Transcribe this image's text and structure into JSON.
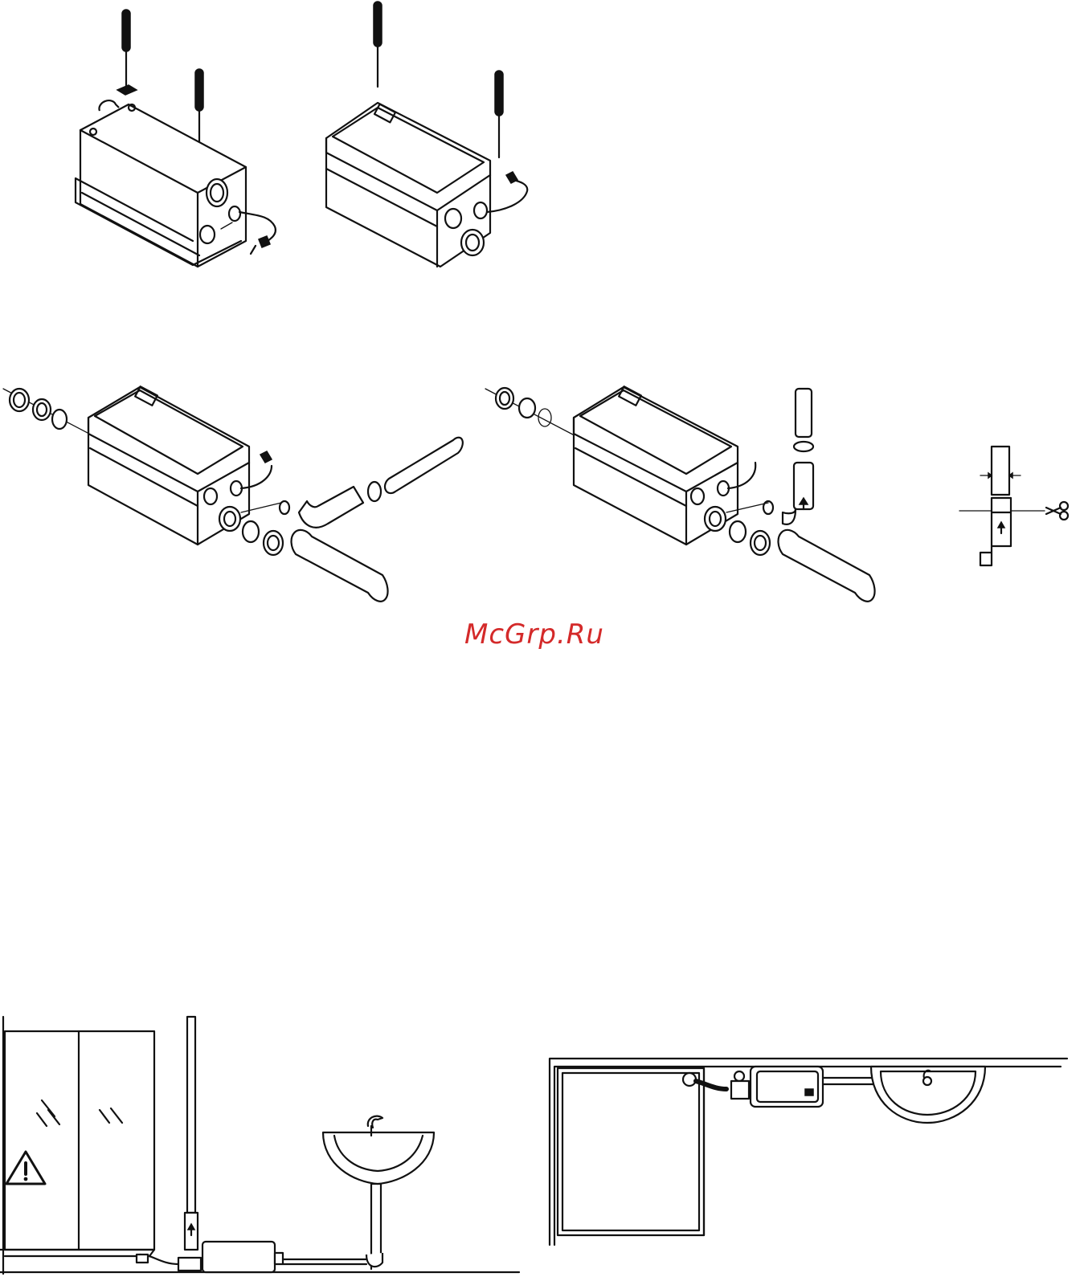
{
  "watermark": {
    "text": "McGrp.Ru",
    "color": "#d42a2a"
  },
  "figures": [
    {
      "id": "pump-removing-cover-screws",
      "icon": "screwdriver-icon"
    },
    {
      "id": "pump-closed-cover-screws",
      "icon": "screwdriver-icon"
    },
    {
      "id": "pump-horizontal-outlet-assembly",
      "icon": "pipe-connection-icon"
    },
    {
      "id": "pump-vertical-outlet-assembly",
      "icon": "pipe-connection-icon"
    },
    {
      "id": "pipe-cut-detail",
      "icon": "scissors-icon"
    },
    {
      "id": "shower-installation-side-view",
      "icon": "warning-icon"
    },
    {
      "id": "shower-installation-top-view",
      "icon": "sink-icon"
    }
  ]
}
